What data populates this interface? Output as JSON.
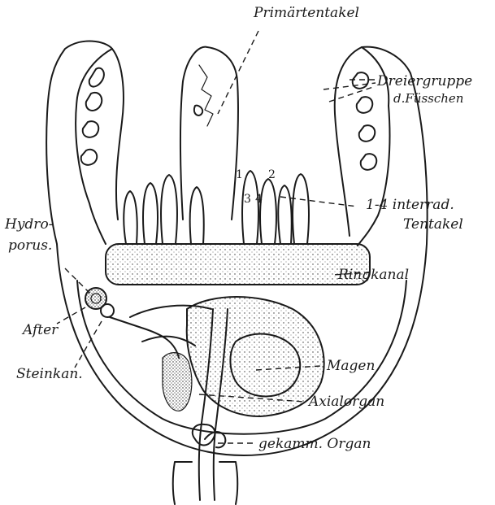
{
  "labels": {
    "primaertentakel": "Primärtentakel",
    "dreiergruppe_line1": "Dreiergruppe",
    "dreiergruppe_line2": "d.Füsschen",
    "interrad_line1": "1-4 interrad.",
    "interrad_line2": "Tentakel",
    "hydroporus_line1": "Hydro-",
    "hydroporus_line2": "porus.",
    "ringkanal": "Ringkanal",
    "after": "After",
    "magen": "Magen",
    "steinkanal": "Steinkan.",
    "axialorgan": "Axialorgan",
    "gekammertes_organ": "gekamm. Organ"
  },
  "tentacle_numbers": [
    "1",
    "2",
    "3",
    "4"
  ]
}
